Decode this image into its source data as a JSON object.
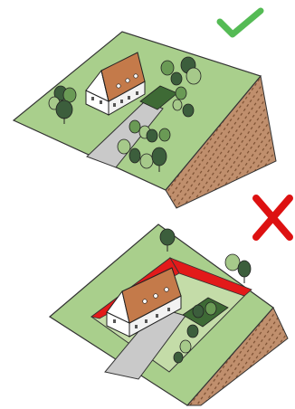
{
  "panels": [
    {
      "verdict": "correct",
      "mark": "check-mark-icon",
      "mark_color": "#55bb55",
      "scene": "house-on-natural-slope"
    },
    {
      "verdict": "incorrect",
      "mark": "cross-mark-icon",
      "mark_color": "#dd1111",
      "scene": "house-in-excavated-pit",
      "highlight_color": "#e21a1a"
    }
  ],
  "colors": {
    "grass": "#a9cf8c",
    "grass_dark": "#92bd74",
    "soil": "#c08f6d",
    "soil_dark": "#7a4e30",
    "road": "#c9c9c9",
    "roof": "#c47a4a",
    "wall": "#ffffff",
    "tree_dark": "#3c5e3c",
    "tree_mid": "#6a9a55",
    "tree_light": "#a6c98a"
  }
}
